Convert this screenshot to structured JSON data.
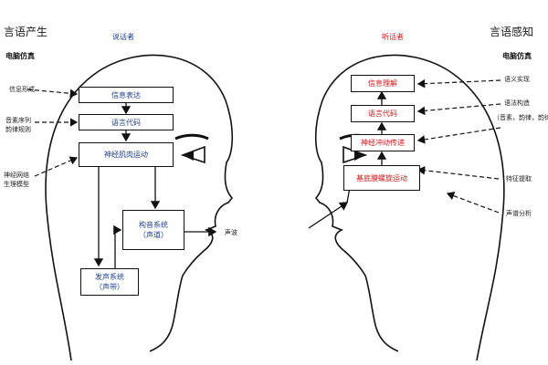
{
  "speech_production": {
    "title": "言语产生",
    "sim_label": "电脑仿真",
    "role": "说话者",
    "boxes": [
      "信息表达",
      "语言代码",
      "神经肌肉运动",
      "构音系统\n（声道）",
      "发声系统\n（声带）"
    ],
    "side_labels": [
      "信息形成",
      "音素序列\n韵律规则",
      "神经网络\n生理模型"
    ],
    "output_label": "声波"
  },
  "speech_perception": {
    "title": "言语感知",
    "sim_label": "电脑仿真",
    "role": "听话者",
    "boxes": [
      "信息理解",
      "语言代码",
      "神经冲动传递",
      "基底膜螺旋运动"
    ],
    "side_labels": [
      "语义实现",
      "语法构造",
      "（音素，韵律，韵律）",
      "特征提取",
      "声谱分析"
    ]
  },
  "colors": {
    "blue_text": "#1f3f8f",
    "red_text": "#d11b1b",
    "line": "#111111"
  }
}
